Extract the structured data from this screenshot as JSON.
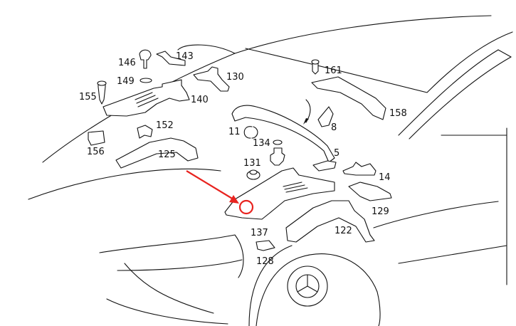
{
  "diagram": {
    "labels": {
      "p146": "146",
      "p143": "143",
      "p149": "149",
      "p130": "130",
      "p155": "155",
      "p140": "140",
      "p161": "161",
      "p158": "158",
      "p152": "152",
      "p11": "11",
      "p8": "8",
      "p134": "134",
      "p156": "156",
      "p125": "125",
      "p5": "5",
      "p131": "131",
      "p14": "14",
      "p129": "129",
      "p137": "137",
      "p122": "122",
      "p128": "128"
    },
    "highlight_color": "#e8231f",
    "highlighted_part": "137"
  }
}
